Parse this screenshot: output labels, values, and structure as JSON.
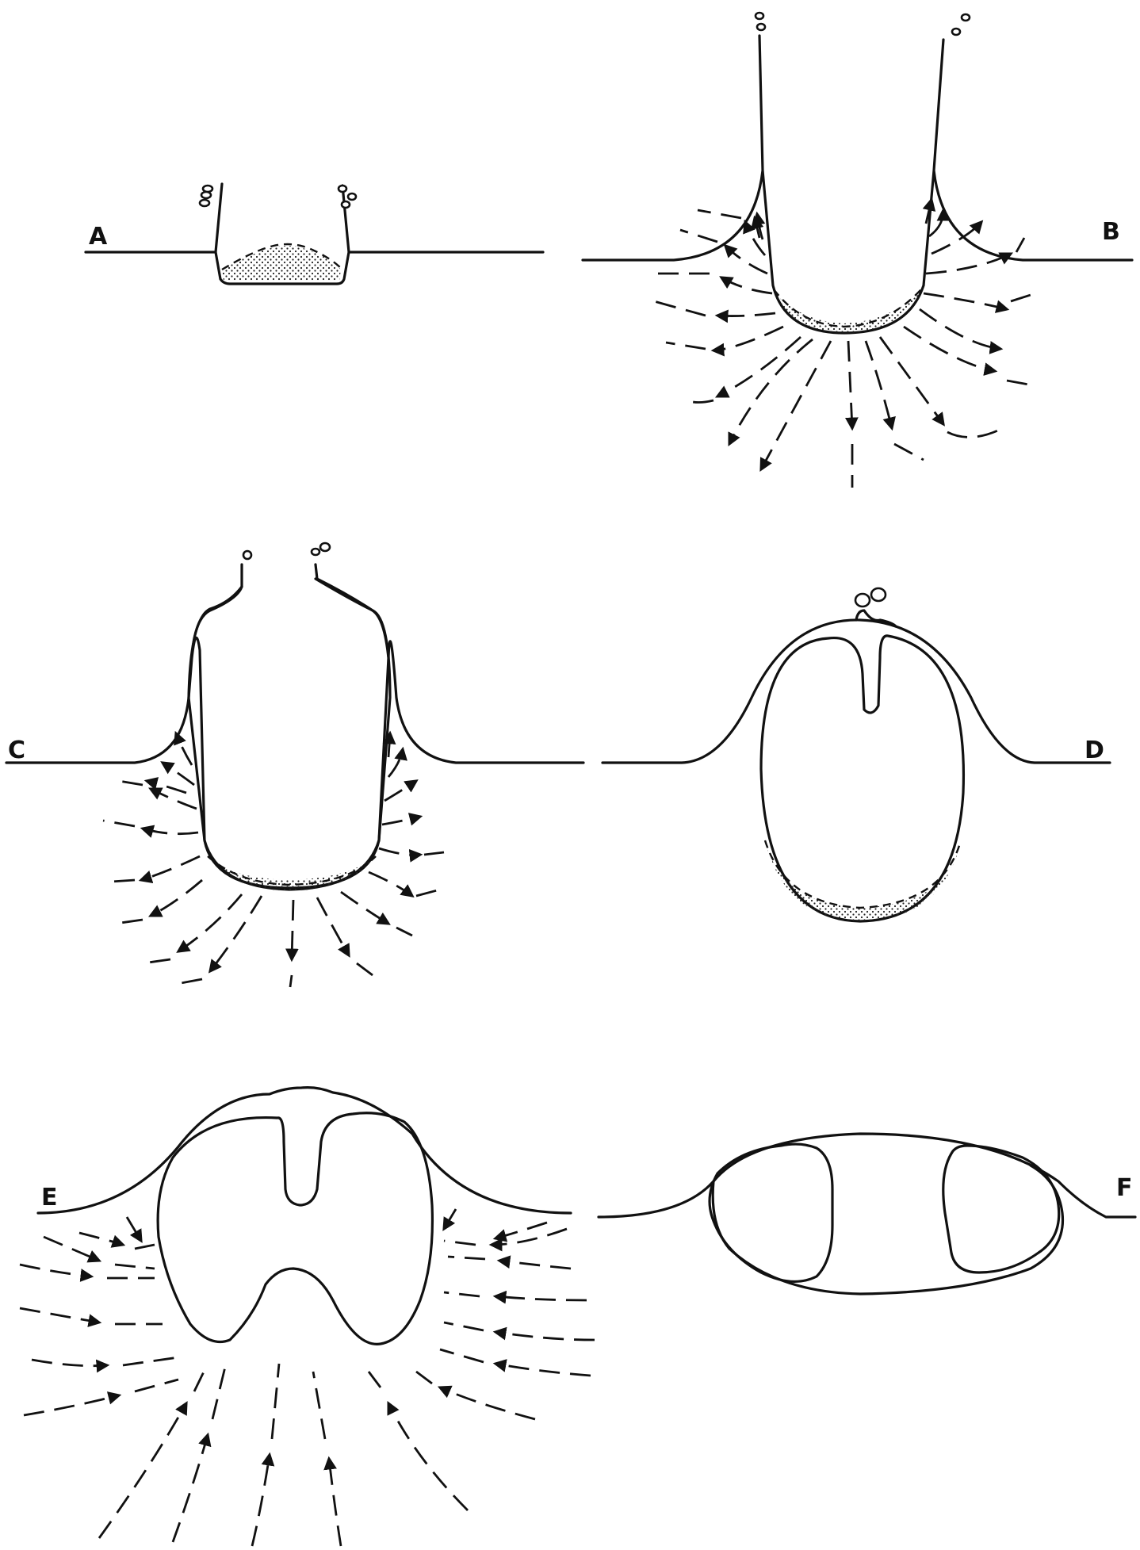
{
  "panels": {
    "a": {
      "label": "A"
    },
    "b": {
      "label": "B"
    },
    "c": {
      "label": "C"
    },
    "d": {
      "label": "D"
    },
    "e": {
      "label": "E"
    },
    "f": {
      "label": "F"
    }
  },
  "colors": {
    "ink": "#111111",
    "background": "#ffffff"
  }
}
